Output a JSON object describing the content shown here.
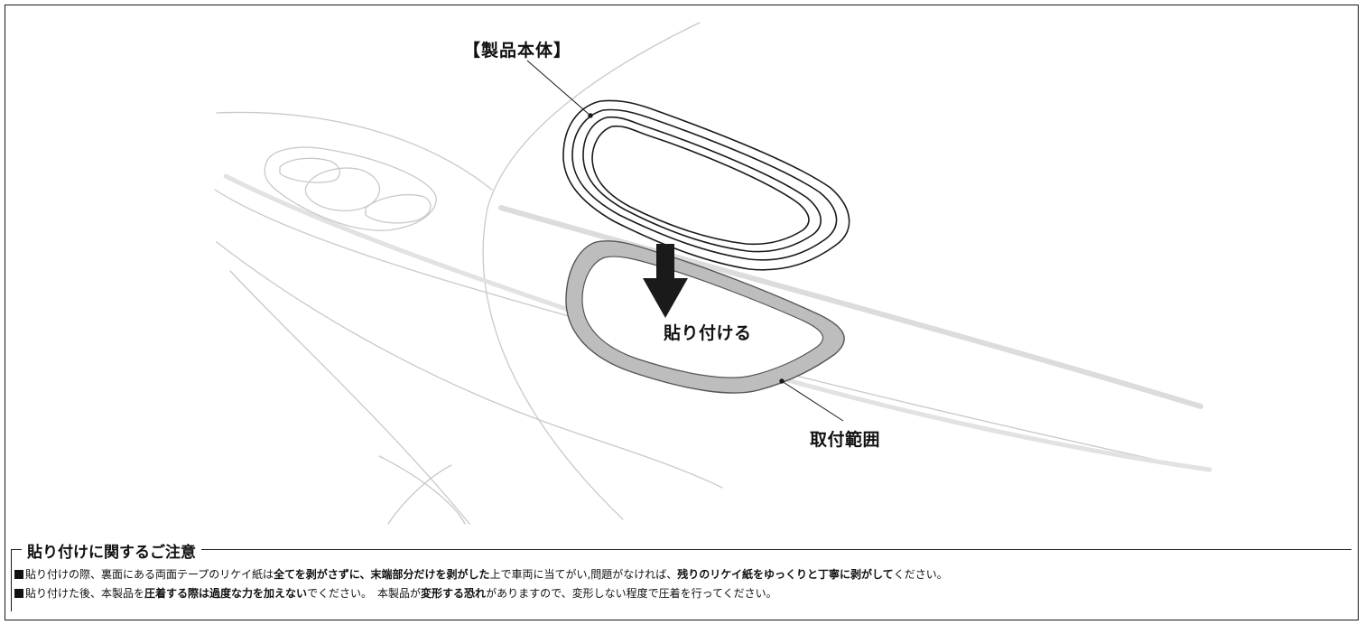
{
  "labels": {
    "product_body": "【製品本体】",
    "attach": "貼り付ける",
    "mounting_range": "取付範囲"
  },
  "notes": {
    "title": "貼り付けに関するご注意",
    "line1": {
      "t1": "貼り付けの際、裏面にある両面テープのリケイ紙は",
      "b1": "全てを剥がさずに、末端部分だけを剥がした",
      "t2": "上で車両に当てがい,問題がなければ、",
      "b2": "残りのリケイ紙をゆっくりと丁寧に剥がして",
      "t3": "ください。"
    },
    "line2": {
      "t1": "貼り付けた後、本製品を",
      "b1": "圧着する際は過度な力を加えない",
      "t2": "でください。　本製品が",
      "b2": "変形する恐れ",
      "t3": "がありますので、変形しない程度で圧着を行ってください。"
    }
  },
  "colors": {
    "line": "#1a1a1a",
    "faint": "#c8c8c8",
    "range_fill": "#bdbdbd"
  }
}
